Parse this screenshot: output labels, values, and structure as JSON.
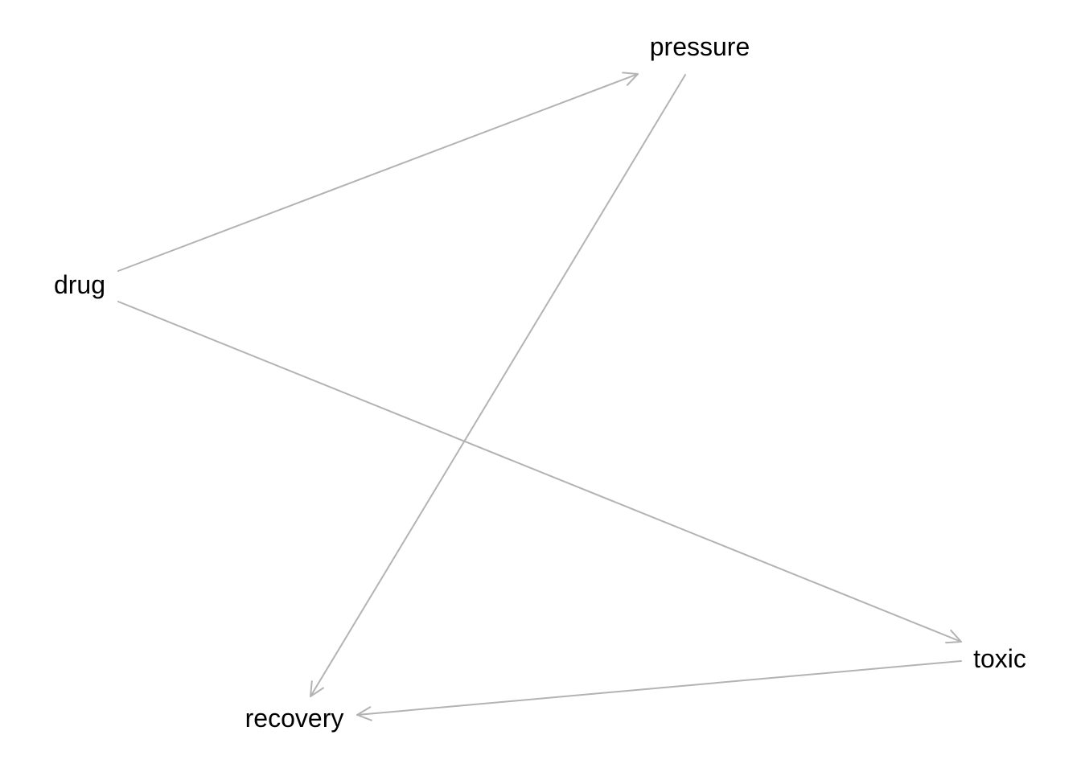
{
  "diagram": {
    "type": "directed-graph",
    "edge_color": "#b3b3b3",
    "label_color": "#000000",
    "nodes": [
      {
        "id": "drug",
        "label": "drug"
      },
      {
        "id": "pressure",
        "label": "pressure"
      },
      {
        "id": "toxic",
        "label": "toxic"
      },
      {
        "id": "recovery",
        "label": "recovery"
      }
    ],
    "edges": [
      {
        "from": "drug",
        "to": "pressure"
      },
      {
        "from": "drug",
        "to": "toxic"
      },
      {
        "from": "pressure",
        "to": "recovery"
      },
      {
        "from": "toxic",
        "to": "recovery"
      }
    ]
  }
}
